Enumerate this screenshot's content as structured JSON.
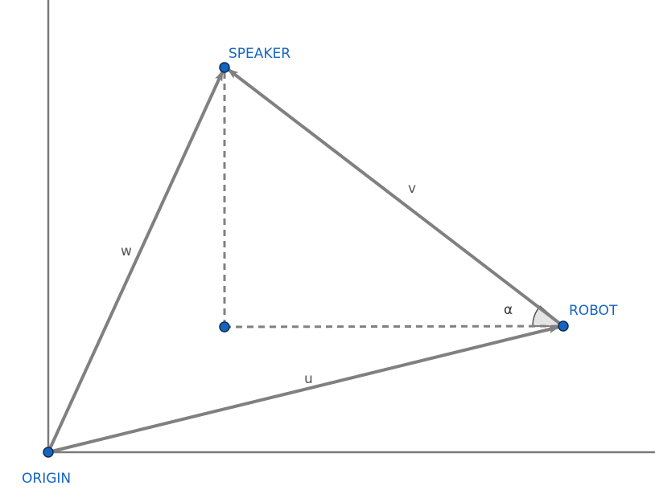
{
  "points": {
    "origin": "ORIGIN",
    "speaker": "SPEAKER",
    "robot": "ROBOT"
  },
  "vectors": {
    "u": "u",
    "v": "v",
    "w": "w"
  },
  "angle": "α",
  "colors": {
    "point": "#1565c0",
    "vector": "#808080",
    "axis": "#7a7a7a"
  }
}
